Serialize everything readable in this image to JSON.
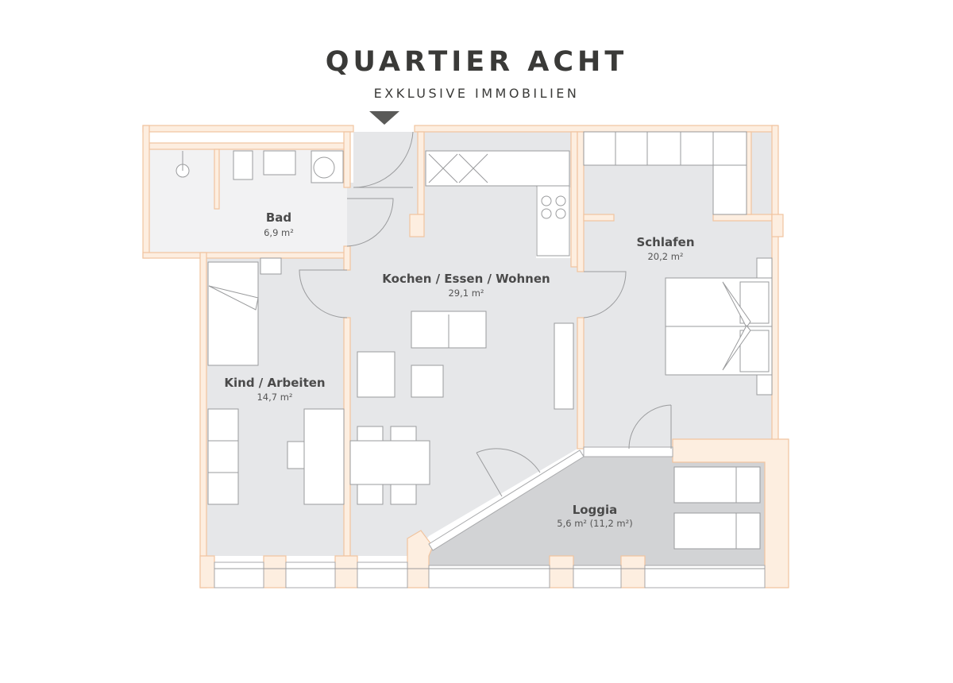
{
  "brand": {
    "title": "QUARTIER ACHT",
    "subtitle": "EXKLUSIVE IMMOBILIEN"
  },
  "entrance_marker": "arrow-down-icon",
  "rooms": [
    {
      "name": "Bad",
      "area": "6,9 m²"
    },
    {
      "name": "Kochen / Essen / Wohnen",
      "area": "29,1 m²"
    },
    {
      "name": "Schlafen",
      "area": "20,2 m²"
    },
    {
      "name": "Kind / Arbeiten",
      "area": "14,7 m²"
    },
    {
      "name": "Loggia",
      "area": "5,6 m² (11,2 m²)"
    }
  ],
  "colors": {
    "wall": "#fdeee0",
    "wall_edge": "#f1c49f",
    "floor": "#e6e7e9",
    "loggia": "#d2d3d5",
    "text": "#3a3a38"
  }
}
